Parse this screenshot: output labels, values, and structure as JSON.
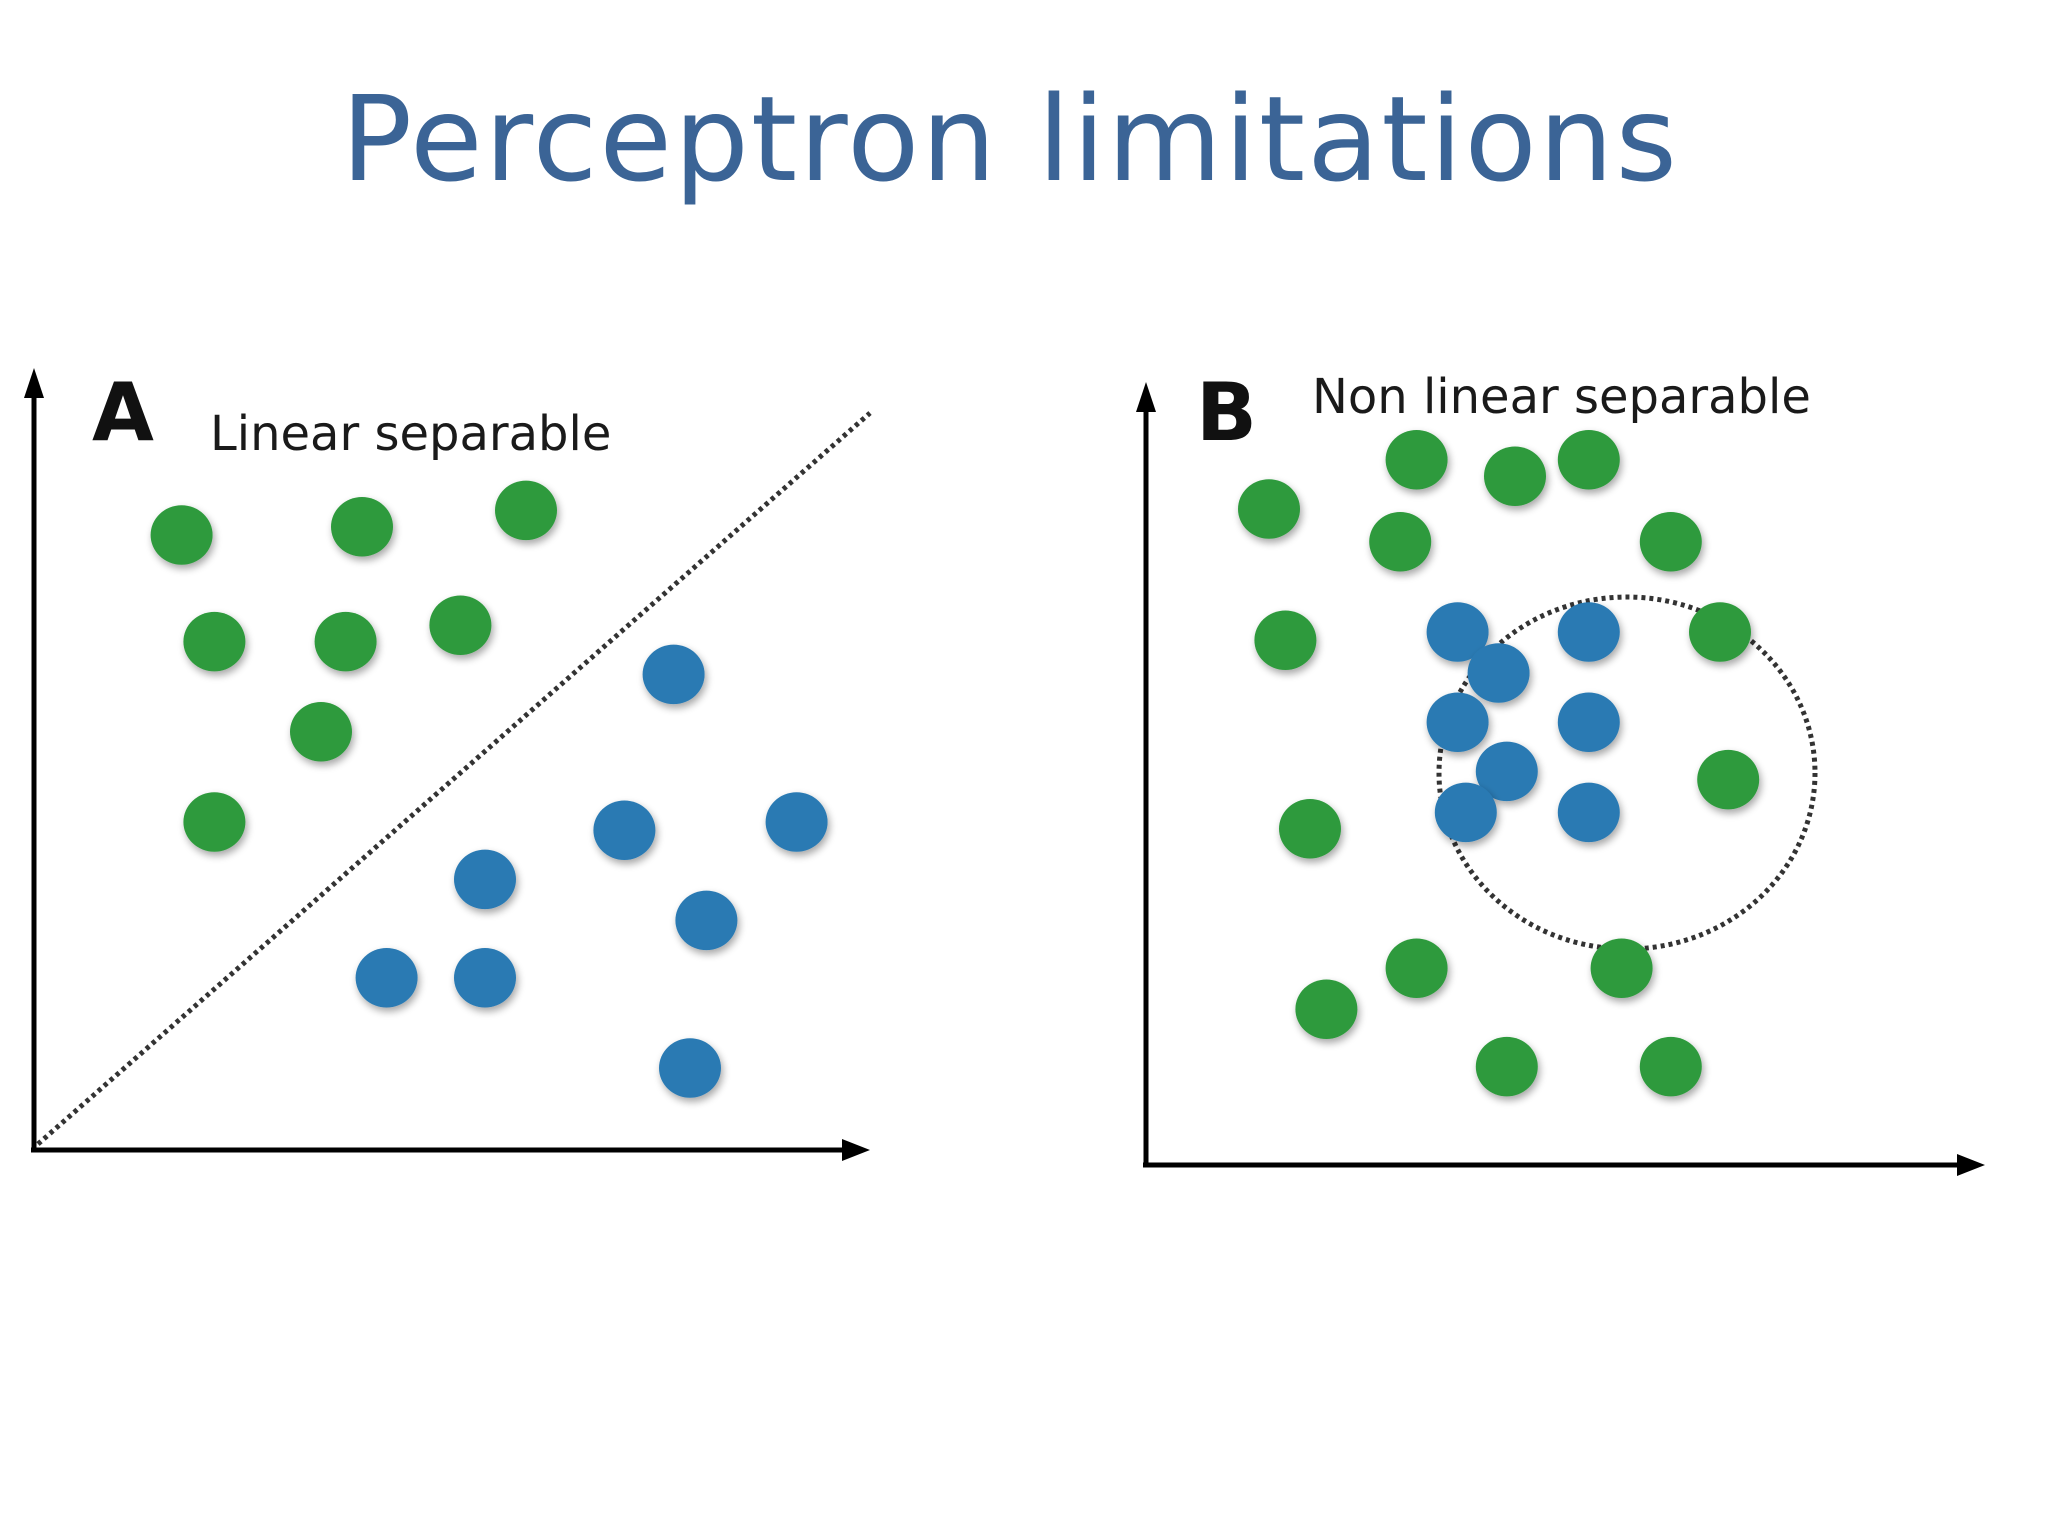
{
  "title": "Perceptron limitations",
  "colors": {
    "title": "#3b6496",
    "class_green": "#2f9a3d",
    "class_blue": "#2a7ab3"
  },
  "panels": [
    {
      "letter": "A",
      "label": "Linear separable",
      "boundary": "diagonal-line",
      "green_points": [
        [
          1.8,
          7.5
        ],
        [
          4.0,
          7.6
        ],
        [
          6.0,
          7.8
        ],
        [
          2.2,
          6.2
        ],
        [
          3.8,
          6.2
        ],
        [
          5.2,
          6.4
        ],
        [
          3.5,
          5.1
        ],
        [
          2.2,
          4.0
        ]
      ],
      "blue_points": [
        [
          7.8,
          5.8
        ],
        [
          9.3,
          4.0
        ],
        [
          7.2,
          3.9
        ],
        [
          5.5,
          3.3
        ],
        [
          8.2,
          2.8
        ],
        [
          4.3,
          2.1
        ],
        [
          5.5,
          2.1
        ],
        [
          8.0,
          1.0
        ]
      ]
    },
    {
      "letter": "B",
      "label": "Non linear separable",
      "boundary": "circle",
      "green_points": [
        [
          3.3,
          8.6
        ],
        [
          4.5,
          8.4
        ],
        [
          5.4,
          8.6
        ],
        [
          1.5,
          8.0
        ],
        [
          3.1,
          7.6
        ],
        [
          6.4,
          7.6
        ],
        [
          1.7,
          6.4
        ],
        [
          7.0,
          6.5
        ],
        [
          7.1,
          4.7
        ],
        [
          2.0,
          4.1
        ],
        [
          3.3,
          2.4
        ],
        [
          5.8,
          2.4
        ],
        [
          2.2,
          1.9
        ],
        [
          4.4,
          1.2
        ],
        [
          6.4,
          1.2
        ]
      ],
      "blue_points": [
        [
          3.8,
          6.5
        ],
        [
          5.4,
          6.5
        ],
        [
          4.3,
          6.0
        ],
        [
          3.8,
          5.4
        ],
        [
          5.4,
          5.4
        ],
        [
          4.4,
          4.8
        ],
        [
          3.9,
          4.3
        ],
        [
          5.4,
          4.3
        ]
      ]
    }
  ]
}
